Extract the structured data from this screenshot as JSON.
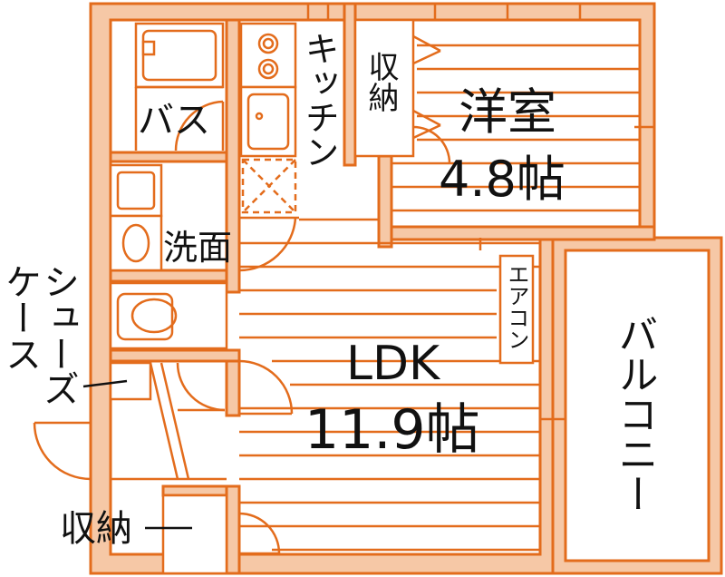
{
  "labels": {
    "bath": "バス",
    "kitchen": "キッチン",
    "storage_top": "収納",
    "western_room": "洋室",
    "western_room_size": "4.8帖",
    "washroom": "洗面",
    "aircon": "エアコン",
    "ldk": "LDK",
    "ldk_size": "11.9帖",
    "balcony": "バルコニー",
    "shoe_case_line1": "シュー",
    "shoe_case_line2": "ズ",
    "shoe_case_line3": "ケース",
    "storage_bottom": "収納"
  },
  "colors": {
    "wall_fill": "#f6c8a6",
    "line": "#e36c1c",
    "text": "#111111"
  }
}
